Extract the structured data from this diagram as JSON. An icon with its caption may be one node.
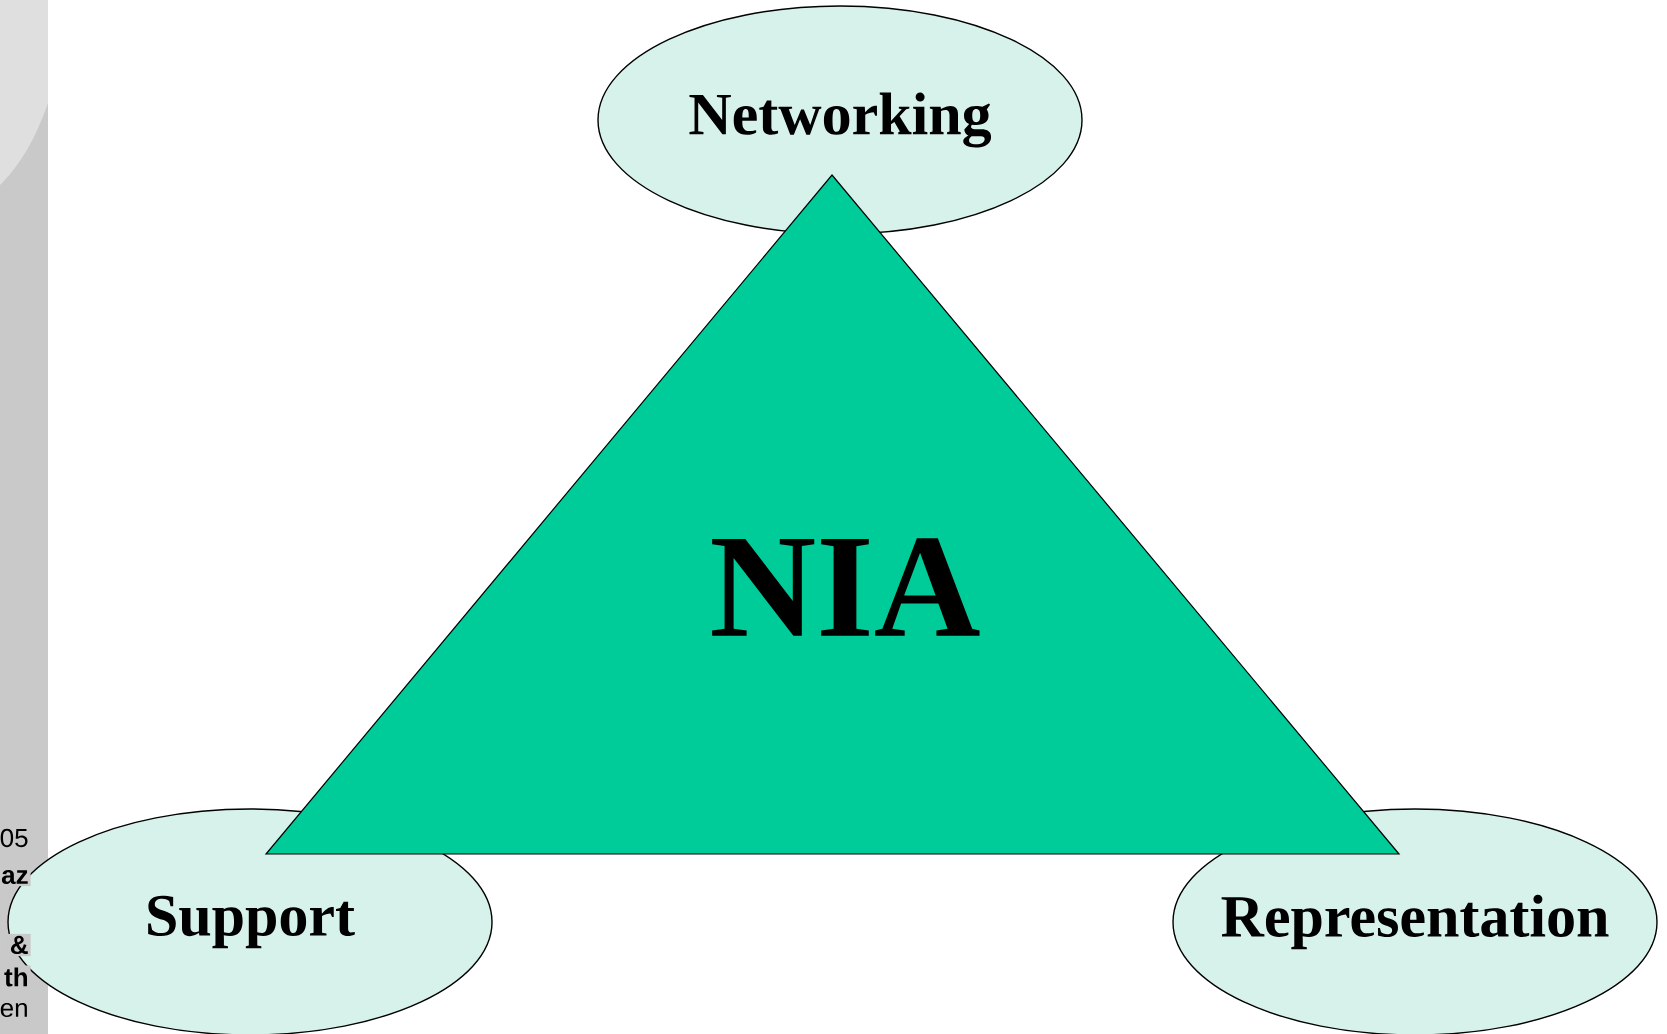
{
  "diagram": {
    "nodes": [
      {
        "text": [
          "Networking"
        ]
      },
      {
        "text": [
          "NIA"
        ]
      },
      {
        "text": [
          "Support"
        ]
      },
      {
        "text": [
          "Representation"
        ]
      }
    ],
    "labels": [
      "05",
      "az",
      "&",
      "th",
      "en"
    ]
  }
}
